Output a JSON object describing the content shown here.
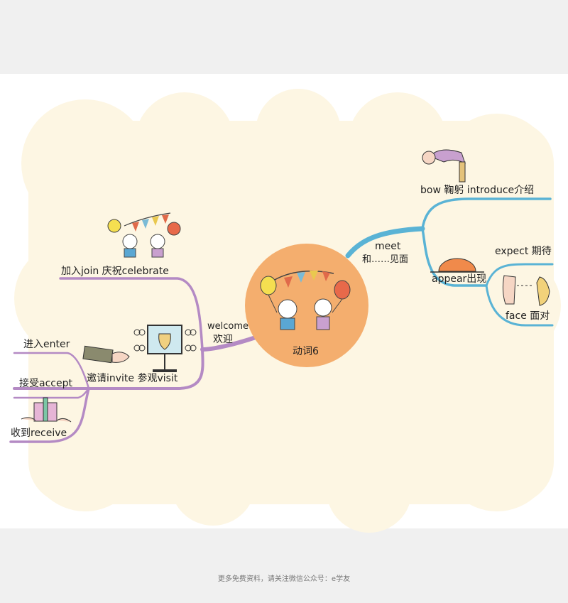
{
  "mindmap": {
    "center": {
      "label": "动词6"
    },
    "branches": {
      "welcome": {
        "en": "welcome",
        "zh": "欢迎"
      },
      "meet": {
        "en": "meet",
        "zh": "和……见面"
      }
    },
    "nodes": {
      "join_celebrate": "加入join  庆祝celebrate",
      "enter": "进入enter",
      "invite_visit": "邀请invite  参观visit",
      "accept": "接受accept",
      "receive": "收到receive",
      "bow_introduce": "bow 鞠躬  introduce介绍",
      "appear": "appear出现",
      "expect": "expect 期待",
      "face": "face 面对"
    }
  },
  "footer": {
    "text": "更多免费资料，请关注微信公众号：e学友"
  },
  "colors": {
    "cloud": "#fdf6e3",
    "center": "#f4ae6e",
    "purple_branch": "#b48ac4",
    "blue_branch": "#5ab3d5"
  }
}
